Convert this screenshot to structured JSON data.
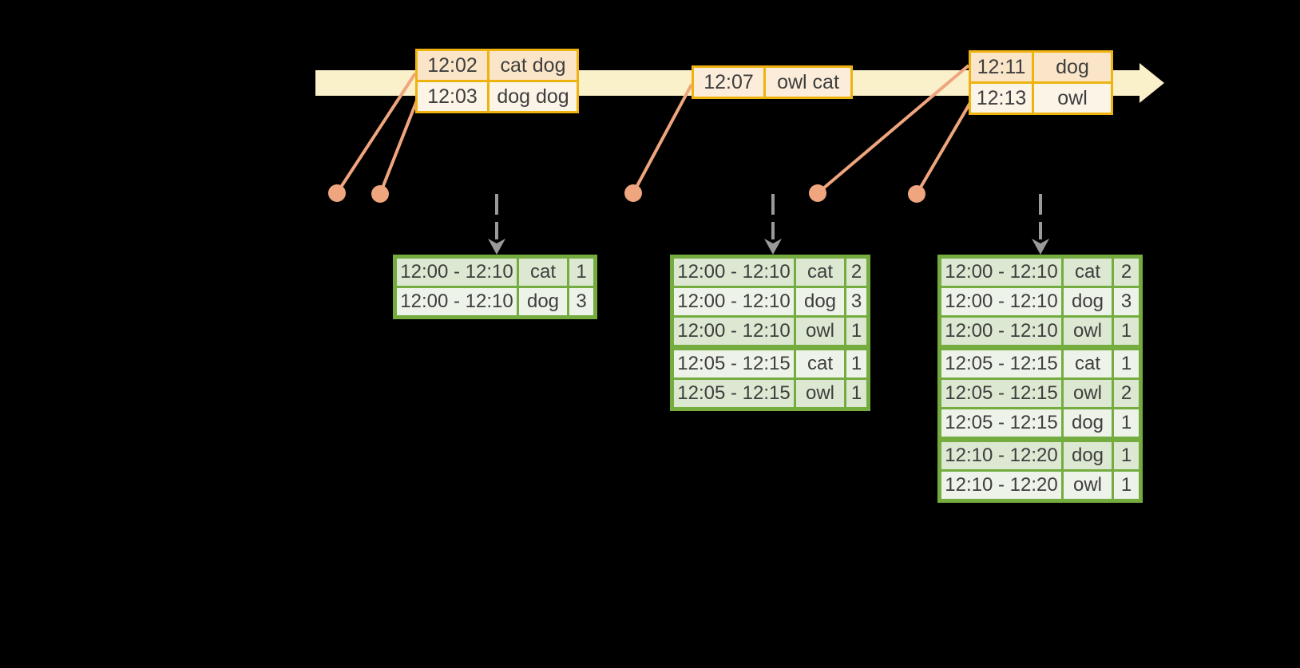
{
  "colors": {
    "background": "#000000",
    "timeline_band": "#FAF0CA",
    "event_border": "#EFB310",
    "event_row_dark": "#FBE5C8",
    "event_row_light": "#FDF4E8",
    "event_row_medium": "#FCEDDA",
    "connector": "#EFA57D",
    "trigger_arrow": "#9A9A9A",
    "result_border": "#74AC40",
    "result_row_dark": "#DDE8D2",
    "result_row_light": "#EEF3E9",
    "text": "#3E3E3E"
  },
  "event_tables": [
    {
      "rows": [
        {
          "time": "12:02",
          "words": "cat dog"
        },
        {
          "time": "12:03",
          "words": "dog dog"
        }
      ]
    },
    {
      "rows": [
        {
          "time": "12:07",
          "words": "owl cat"
        }
      ]
    },
    {
      "rows": [
        {
          "time": "12:11",
          "words": "dog"
        },
        {
          "time": "12:13",
          "words": "owl"
        }
      ]
    }
  ],
  "result_tables": [
    {
      "rows": [
        {
          "window": "12:00 - 12:10",
          "word": "cat",
          "count": "1"
        },
        {
          "window": "12:00 - 12:10",
          "word": "dog",
          "count": "3"
        }
      ]
    },
    {
      "rows": [
        {
          "window": "12:00 - 12:10",
          "word": "cat",
          "count": "2"
        },
        {
          "window": "12:00 - 12:10",
          "word": "dog",
          "count": "3"
        },
        {
          "window": "12:00 - 12:10",
          "word": "owl",
          "count": "1"
        },
        {
          "window": "12:05 - 12:15",
          "word": "cat",
          "count": "1"
        },
        {
          "window": "12:05 - 12:15",
          "word": "owl",
          "count": "1"
        }
      ]
    },
    {
      "rows": [
        {
          "window": "12:00 - 12:10",
          "word": "cat",
          "count": "2"
        },
        {
          "window": "12:00 - 12:10",
          "word": "dog",
          "count": "3"
        },
        {
          "window": "12:00 - 12:10",
          "word": "owl",
          "count": "1"
        },
        {
          "window": "12:05 - 12:15",
          "word": "cat",
          "count": "1"
        },
        {
          "window": "12:05 - 12:15",
          "word": "owl",
          "count": "2"
        },
        {
          "window": "12:05 - 12:15",
          "word": "dog",
          "count": "1"
        },
        {
          "window": "12:10 - 12:20",
          "word": "dog",
          "count": "1"
        },
        {
          "window": "12:10 - 12:20",
          "word": "owl",
          "count": "1"
        }
      ]
    }
  ]
}
